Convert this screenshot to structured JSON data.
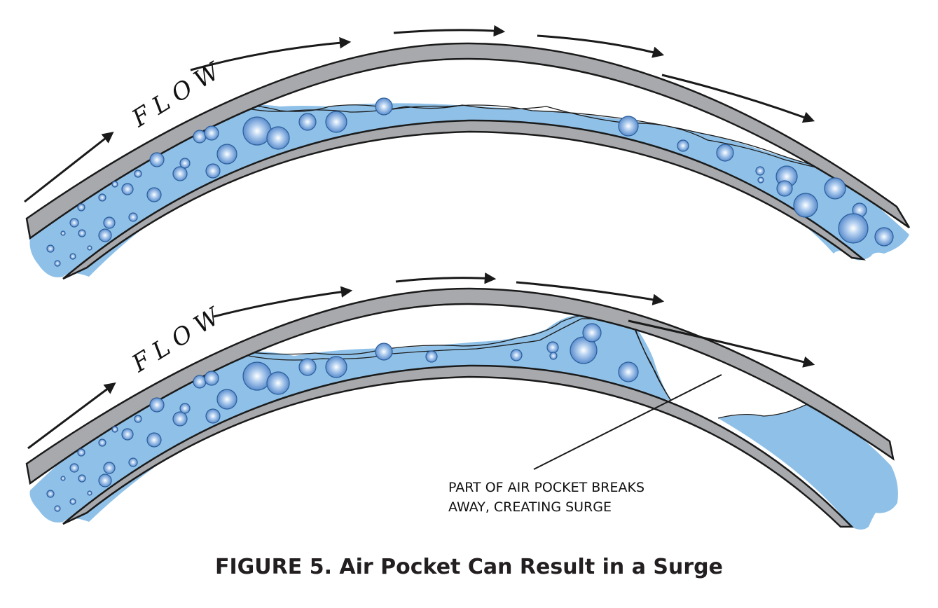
{
  "figure": {
    "caption": "FIGURE 5. Air Pocket Can Result in a Surge",
    "colors": {
      "water": "#8fc1e8",
      "pipe_wall": "#a7a9ac",
      "outline": "#1a1a1a",
      "bubble_edge": "#2b5d9b",
      "bubble_core": "#ffffff",
      "bubble_mid": "#5b95d6"
    },
    "panels": [
      {
        "id": "top",
        "flow_label": "FLOW",
        "state": "air pocket along top of pipe, water flowing continuously",
        "arrow_count": 5
      },
      {
        "id": "bottom",
        "flow_label": "FLOW",
        "state": "air pocket breaks away creating surge",
        "arrow_count": 5,
        "callout_lines": [
          "PART OF AIR POCKET BREAKS",
          "AWAY, CREATING SURGE"
        ]
      }
    ],
    "icons": [
      "flow-arrow-icon",
      "air-bubble-icon"
    ]
  }
}
